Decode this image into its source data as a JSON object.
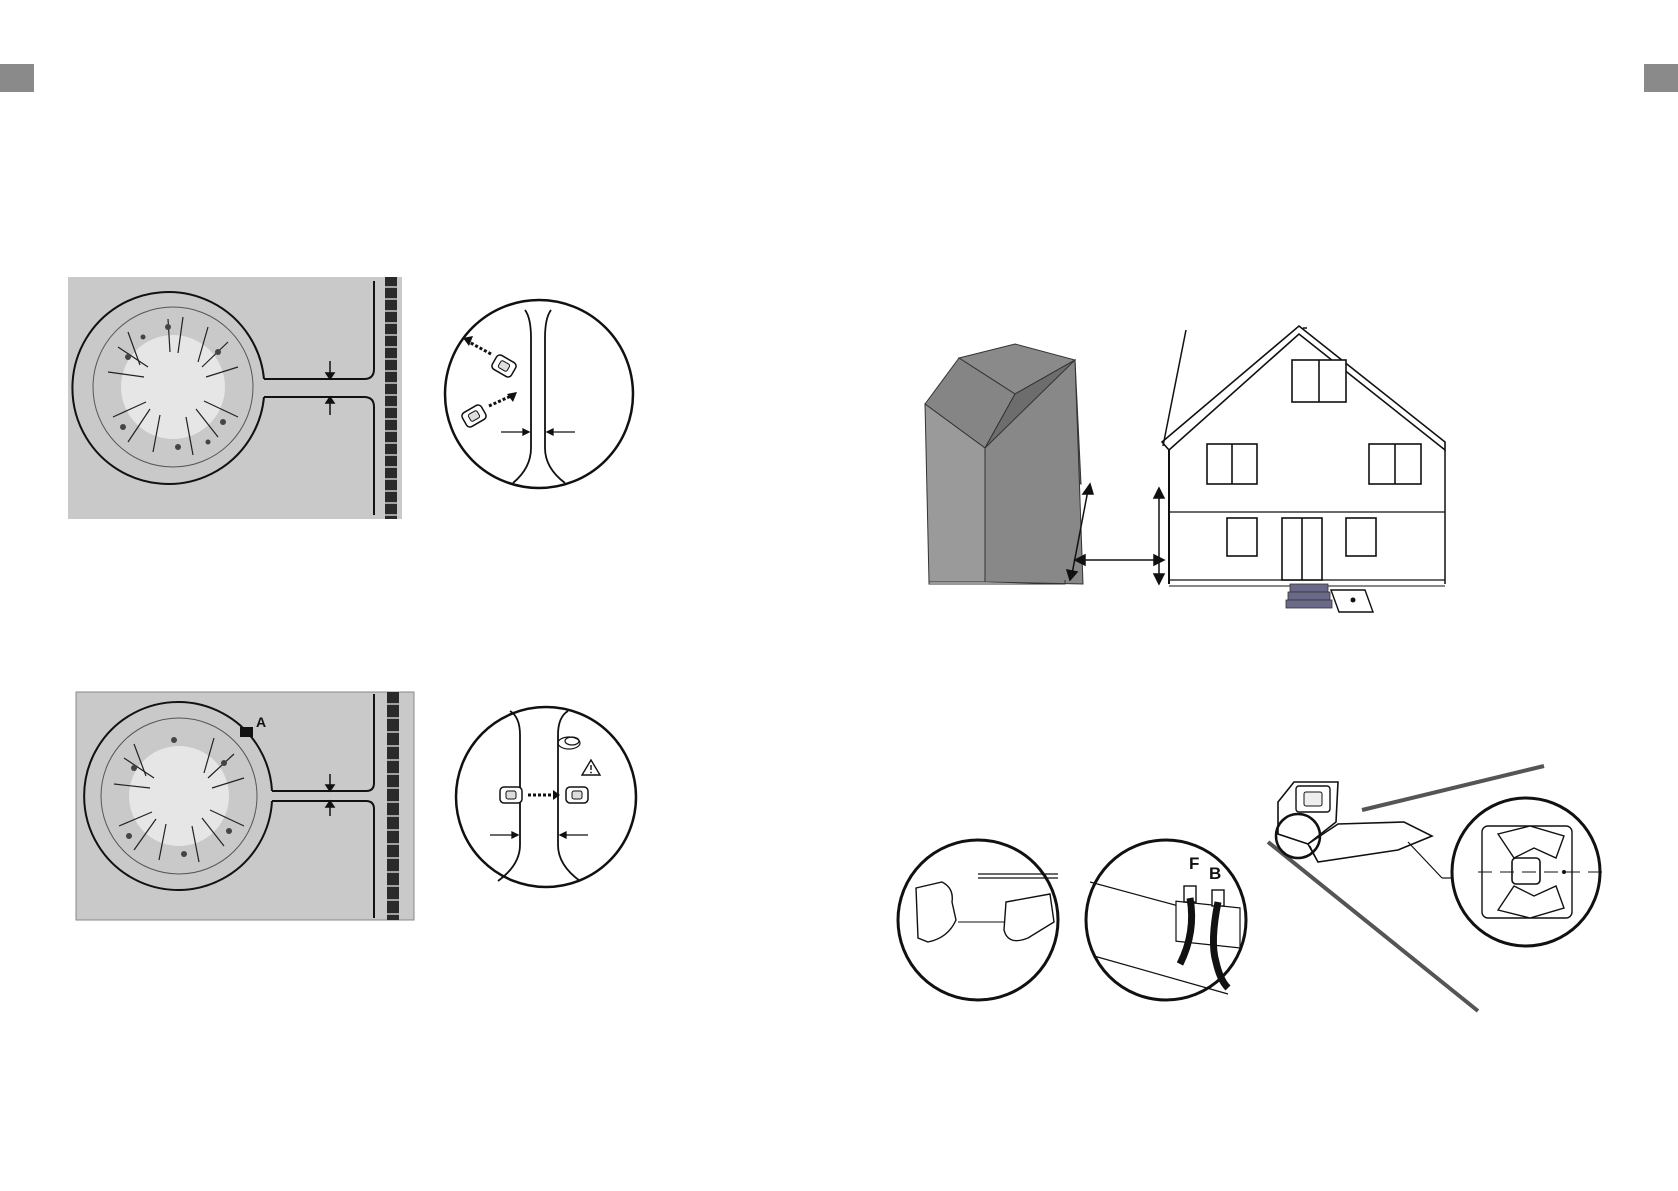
{
  "page": {
    "colors": {
      "background": "#ffffff",
      "tab": "#8a8a8a",
      "lawn": "#c9c9c9",
      "line": "#111111",
      "building": "#7a7a7a"
    }
  },
  "figures": {
    "station_marker_label": "A",
    "connector_labels": {
      "front": "F",
      "back": "B"
    },
    "icons": [
      "warning-icon",
      "robot-mower-icon",
      "arrow-icon"
    ]
  }
}
